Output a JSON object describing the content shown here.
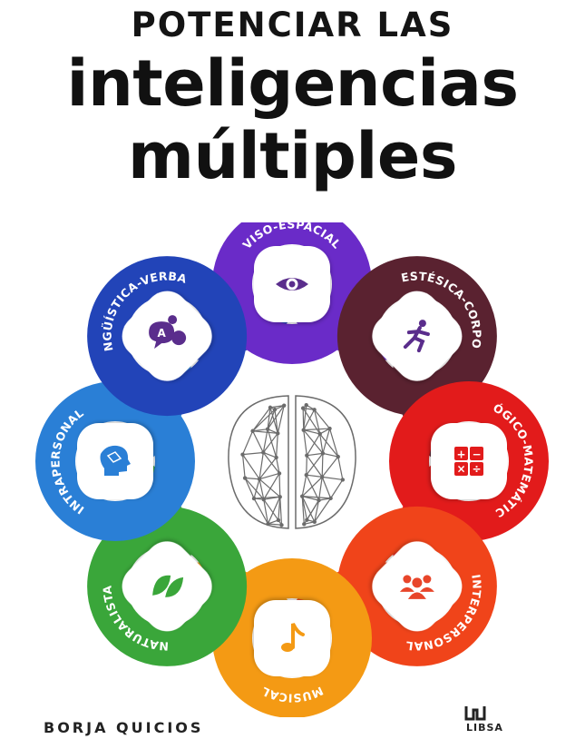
{
  "cover": {
    "title_line1": "POTENCIAR LAS",
    "title_line2": "inteligencias",
    "title_line3": "múltiples",
    "author": "BORJA QUICIOS",
    "publisher": "LIBSA"
  },
  "intelligences": [
    {
      "label": "VISO-ESPACIAL",
      "icon": "eye-icon",
      "color": "#6a2bc8"
    },
    {
      "label": "CINESTÉSICA-CORPORAL",
      "icon": "running-person-icon",
      "color": "#5a2230"
    },
    {
      "label": "LÓGICO-MATEMÁTICA",
      "icon": "calculator-icon",
      "color": "#e21b1b"
    },
    {
      "label": "INTERPERSONAL",
      "icon": "group-people-icon",
      "color": "#f0441a"
    },
    {
      "label": "MUSICAL",
      "icon": "music-note-icon",
      "color": "#f49a14"
    },
    {
      "label": "NATURALISTA",
      "icon": "leaf-icon",
      "color": "#3aa63a"
    },
    {
      "label": "INTRAPERSONAL",
      "icon": "head-network-icon",
      "color": "#2a7fd6"
    },
    {
      "label": "LINGÜÍSTICA-VERBAL",
      "icon": "speech-bubbles-icon",
      "color": "#2244b8"
    }
  ],
  "colors": {
    "icon_fill": "#5a2d8c",
    "brain_line": "#6b6b6b"
  }
}
